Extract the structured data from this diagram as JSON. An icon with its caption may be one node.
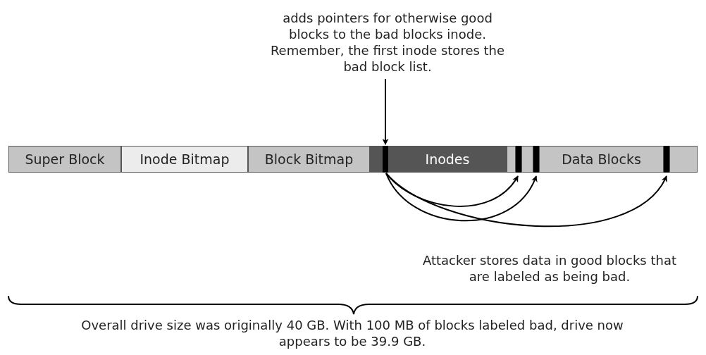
{
  "diagram": {
    "nodes": [
      {
        "text": [
          "adds pointers for otherwise good blocks to the bad blocks inode. Remember, the first inode stores the bad block list."
        ]
      },
      {
        "text": [
          "Super Block"
        ]
      },
      {
        "text": [
          "Inode Bitmap"
        ]
      },
      {
        "text": [
          "Block Bitmap"
        ]
      },
      {
        "text": [],
        "shape": "bar"
      },
      {
        "text": [
          "Inodes"
        ]
      },
      {
        "text": [],
        "shape": "bar"
      },
      {
        "text": [],
        "shape": "bar"
      },
      {
        "text": [
          "Data Blocks"
        ]
      },
      {
        "text": [],
        "shape": "bar"
      }
    ],
    "edges": [
      {
        "from": 0,
        "to": 4,
        "arrow": "to"
      },
      {
        "from": 4,
        "to": 6,
        "arrow": "to"
      },
      {
        "from": 4,
        "to": 7,
        "arrow": "to"
      },
      {
        "from": 4,
        "to": 9,
        "arrow": "to"
      }
    ],
    "labels": [
      "Attacker stores data in good blocks that are labeled as being bad.",
      "Overall drive size was originally 40 GB. With 100 MB of blocks labeled bad, drive now appears to be 39.9 GB."
    ]
  }
}
